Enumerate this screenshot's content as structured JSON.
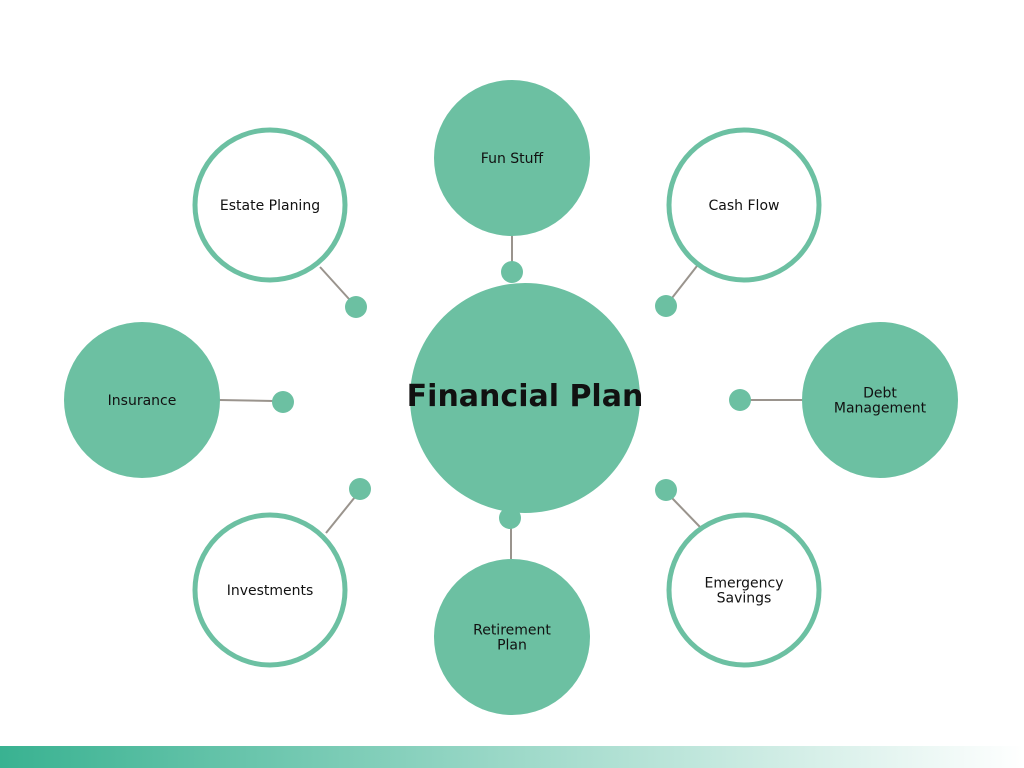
{
  "title": "Financial Plan",
  "colors": {
    "accent": "#6cc0a2",
    "connector": "#9a948d",
    "background": "#ffffff",
    "band_start": "#39b291",
    "band_end": "#ffffff",
    "text": "#111111"
  },
  "nodes": [
    {
      "id": "fun-stuff",
      "label": "Fun Stuff",
      "style": "filled"
    },
    {
      "id": "cash-flow",
      "label": "Cash Flow",
      "style": "outline"
    },
    {
      "id": "debt-management",
      "label": "Debt\nManagement",
      "style": "filled"
    },
    {
      "id": "emergency-savings",
      "label": "Emergency\nSavings",
      "style": "outline"
    },
    {
      "id": "retirement-plan",
      "label": "Retirement\nPlan",
      "style": "filled"
    },
    {
      "id": "investments",
      "label": "Investments",
      "style": "outline"
    },
    {
      "id": "insurance",
      "label": "Insurance",
      "style": "filled"
    },
    {
      "id": "estate-planing",
      "label": "Estate Planing",
      "style": "outline"
    }
  ]
}
